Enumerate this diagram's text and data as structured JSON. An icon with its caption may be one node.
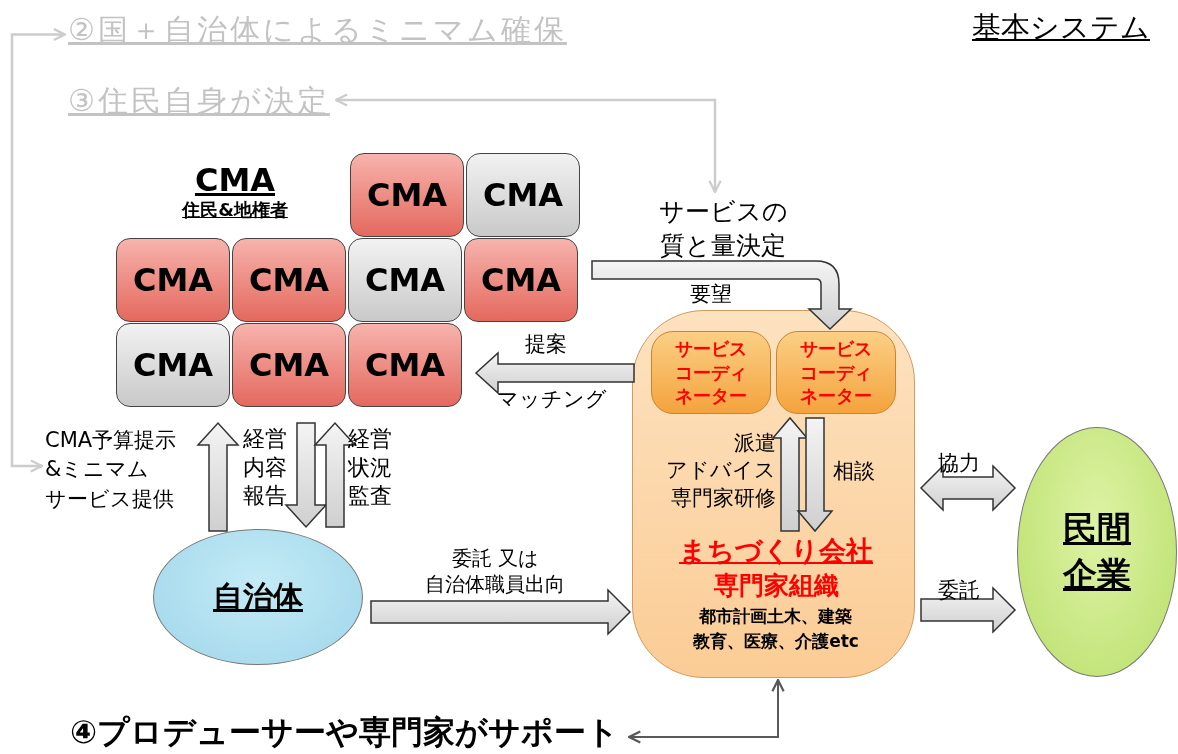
{
  "diagram": {
    "title": "基本システム",
    "nodes": [
      {
        "text": [
          "②国＋自治体によるミニマム確保"
        ]
      },
      {
        "text": [
          "③住民自身が決定"
        ]
      },
      {
        "text": [
          "CMA",
          "住民&地権者"
        ]
      },
      {
        "text": [
          "CMA"
        ]
      },
      {
        "text": [
          "CMA"
        ]
      },
      {
        "text": [
          "CMA"
        ]
      },
      {
        "text": [
          "CMA"
        ]
      },
      {
        "text": [
          "CMA"
        ]
      },
      {
        "text": [
          "CMA"
        ]
      },
      {
        "text": [
          "CMA"
        ]
      },
      {
        "text": [
          "CMA"
        ]
      },
      {
        "text": [
          "CMA"
        ]
      },
      {
        "text": [
          "CMA予算提示&ミニマムサービス提供"
        ]
      },
      {
        "text": [
          "サービスの質と量決定"
        ]
      },
      {
        "text": [
          "自治体"
        ]
      },
      {
        "text": [],
        "shape": "box"
      },
      {
        "text": [
          "サービスコーディネーター"
        ],
        "in": 15
      },
      {
        "text": [
          "サービスコーディネーター"
        ],
        "in": 15
      },
      {
        "text": [
          "まちづくり会社",
          "専門家組織",
          "都市計画土木、建築教育、医療、介護etc"
        ],
        "in": 15
      },
      {
        "text": [
          "民間企業"
        ]
      },
      {
        "text": [
          "④プロデューサーや専門家がサポート"
        ]
      }
    ],
    "edges": [
      {
        "from": 12,
        "to": 0,
        "arrow": "both",
        "color": "#cccccc"
      },
      {
        "from": 13,
        "to": 1,
        "arrow": "both",
        "color": "#cccccc"
      },
      {
        "from": 20,
        "to": 15,
        "arrow": "both",
        "color": "#595959"
      },
      {
        "from": 8,
        "to": 17,
        "arrow": "to",
        "label": "要望"
      },
      {
        "from": 15,
        "to": 11,
        "arrow": "to",
        "label": "提案"
      },
      {
        "from": 14,
        "to": 9,
        "arrow": "to"
      },
      {
        "from": 10,
        "to": 14,
        "arrow": "to",
        "label": "経営内容報告"
      },
      {
        "from": 14,
        "to": 10,
        "arrow": "to",
        "label": "経営状況監査"
      },
      {
        "from": 18,
        "to": 17,
        "arrow": "to",
        "label": "派遣アドバイス専門家研修"
      },
      {
        "from": 17,
        "to": 18,
        "arrow": "to",
        "label": "相談"
      },
      {
        "from": 14,
        "to": 15,
        "arrow": "to",
        "label": "委託 又は自治体職員出向"
      },
      {
        "from": 15,
        "to": 19,
        "arrow": "both",
        "label": "協力"
      },
      {
        "from": 15,
        "to": 19,
        "arrow": "to",
        "label": "委託"
      }
    ],
    "labels": [
      "マッチング"
    ]
  }
}
